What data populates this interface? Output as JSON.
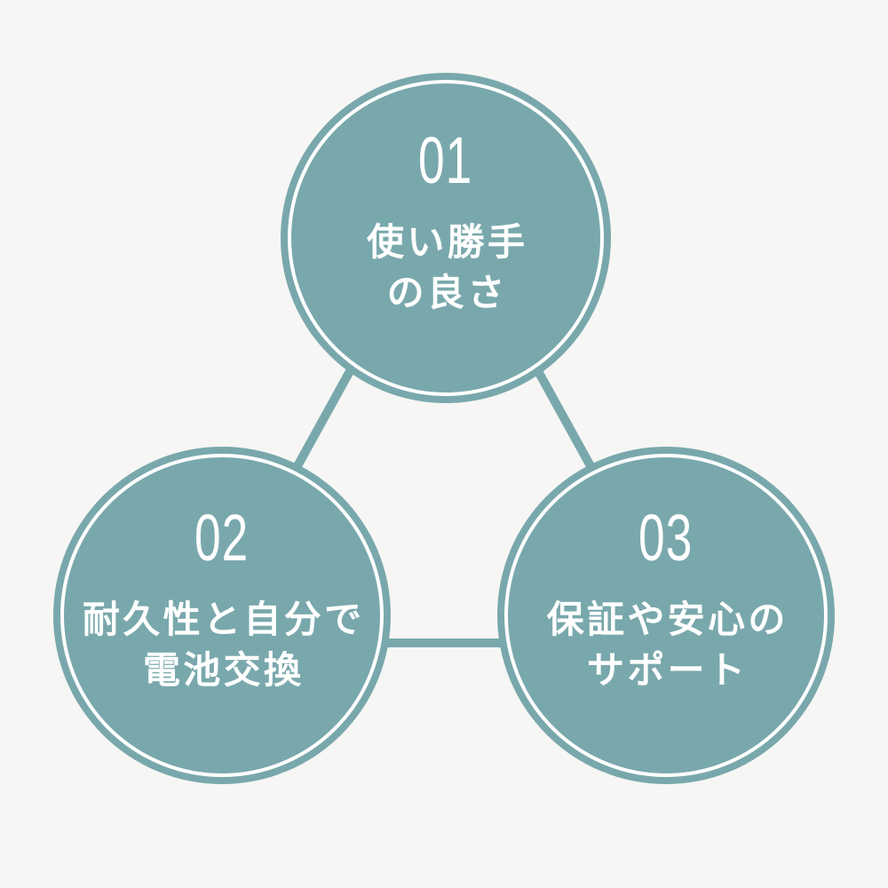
{
  "colors": {
    "background": "#f6f6f5",
    "accent_teal": "#79a8ac",
    "ring_white": "#ffffff",
    "text_white": "#ffffff"
  },
  "diagram": {
    "type": "three-circle-triangle-infographic",
    "nodes": [
      {
        "number": "01",
        "lines": [
          "使い勝手",
          "の良さ"
        ]
      },
      {
        "number": "02",
        "lines": [
          "耐久性と自分で",
          "電池交換"
        ]
      },
      {
        "number": "03",
        "lines": [
          "保証や安心の",
          "サポート"
        ]
      }
    ]
  }
}
